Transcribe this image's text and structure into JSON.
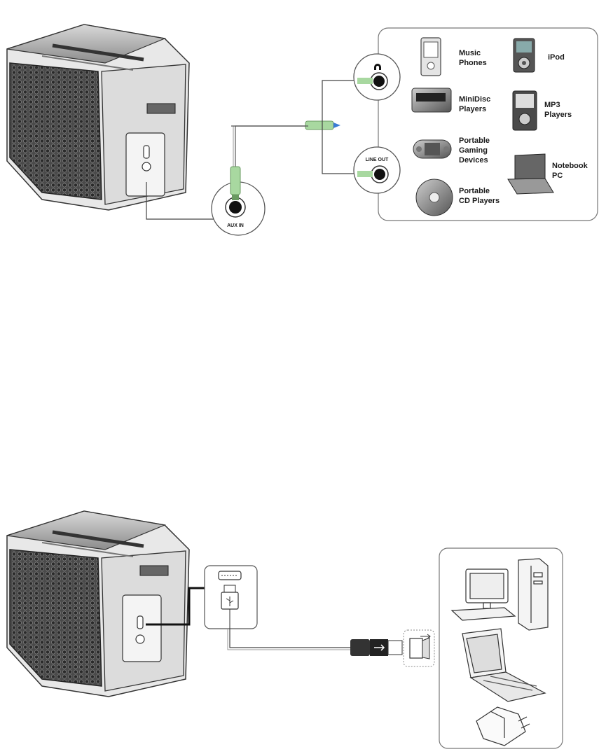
{
  "top_panel": {
    "aux_in_label": "AUX IN",
    "line_out_label": "LINE OUT",
    "devices": [
      {
        "name": "music-phones",
        "line1": "Music",
        "line2": "Phones",
        "line3": ""
      },
      {
        "name": "ipod",
        "line1": "iPod",
        "line2": "",
        "line3": ""
      },
      {
        "name": "minidisc",
        "line1": "MiniDisc",
        "line2": "Players",
        "line3": ""
      },
      {
        "name": "mp3",
        "line1": "MP3",
        "line2": "Players",
        "line3": ""
      },
      {
        "name": "gaming",
        "line1": "Portable",
        "line2": "Gaming",
        "line3": "Devices"
      },
      {
        "name": "notebook",
        "line1": "Notebook",
        "line2": "PC",
        "line3": ""
      },
      {
        "name": "cd",
        "line1": "Portable",
        "line2": "CD Players",
        "line3": ""
      }
    ]
  },
  "icons": {
    "speaker": "speaker-icon",
    "headphone": "headphone-icon",
    "usb": "usb-icon",
    "desktop": "desktop-pc-icon",
    "laptop": "laptop-icon",
    "adapter": "power-adapter-icon"
  },
  "colors": {
    "cable_green": "#a8d8a0",
    "line": "#555555"
  }
}
